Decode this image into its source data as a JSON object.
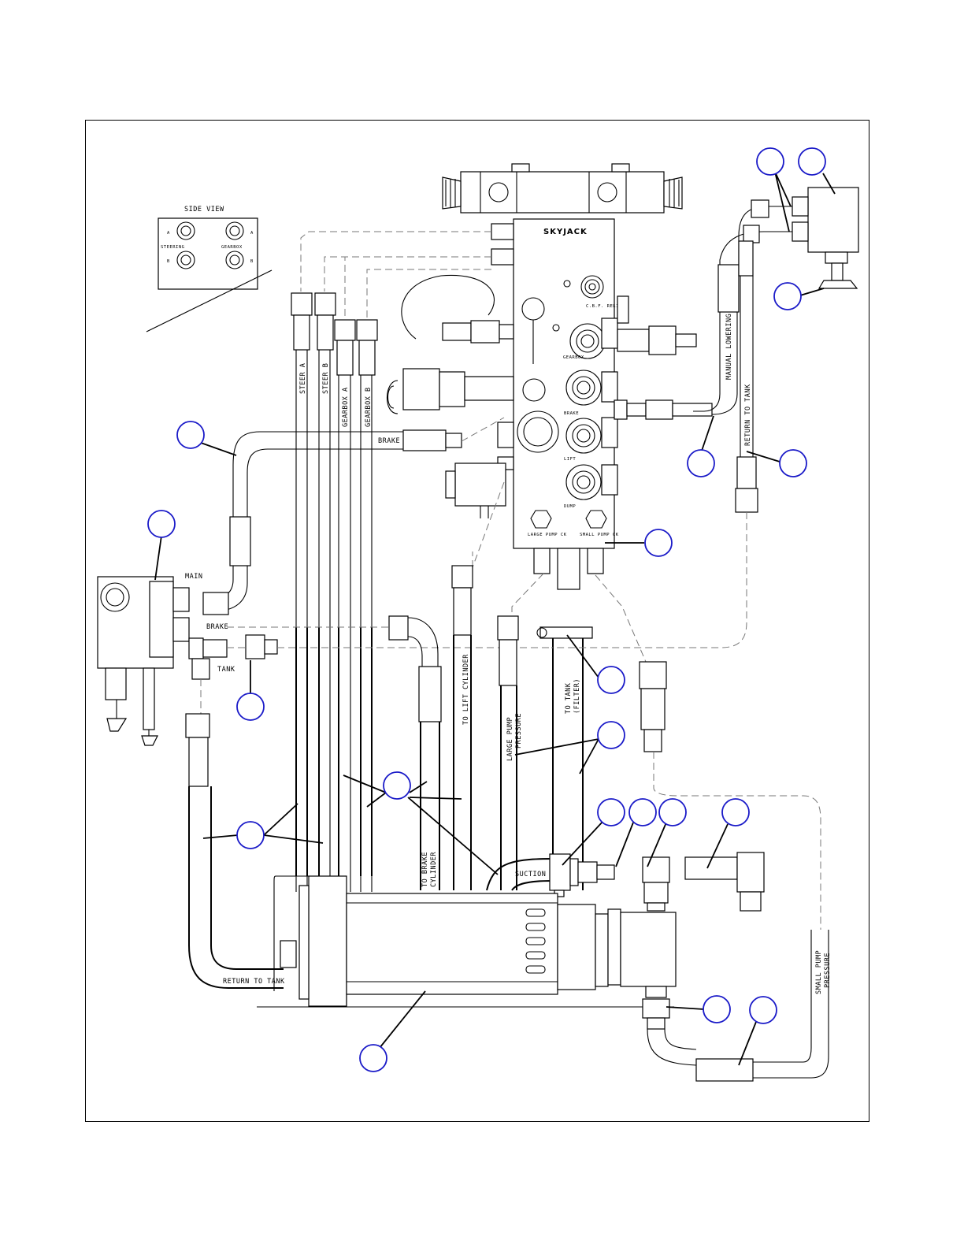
{
  "labels": {
    "side_view": "SIDE VIEW",
    "steering": "STEERING",
    "gearbox": "GEARBOX",
    "port_a": "A",
    "port_b": "B",
    "brand": "SKYJACK",
    "steer_a": "STEER A",
    "steer_b": "STEER B",
    "gearbox_a": "GEARBOX A",
    "gearbox_b": "GEARBOX B",
    "brake_hose": "BRAKE",
    "cb_relief": "C.B.F. RELIEF",
    "gearbox_cart": "GEARBOX",
    "brake_cart": "BRAKE",
    "lift_cart": "LIFT",
    "dump_cart": "DUMP",
    "large_pump_ck": "LARGE PUMP CK",
    "small_pump_ck": "SMALL PUMP CK",
    "manual_lowering": "MANUAL LOWERING",
    "return_to_tank_right": "RETURN TO TANK",
    "main": "MAIN",
    "brake_port": "BRAKE",
    "tank": "TANK",
    "to_lift_cylinder": "TO LIFT CYLINDER",
    "large_pump_pressure_1": "LARGE PUMP",
    "large_pump_pressure_2": "PRESSURE",
    "to_tank_filter_1": "TO TANK",
    "to_tank_filter_2": "(FILTER)",
    "to_brake_cylinder_1": "TO BRAKE",
    "to_brake_cylinder_2": "CYLINDER",
    "suction": "SUCTION",
    "return_to_tank_bottom": "RETURN TO TANK",
    "small_pump_pressure_1": "SMALL PUMP",
    "small_pump_pressure_2": "PRESSURE"
  },
  "colors": {
    "line": "#000000",
    "callout": "#1a1ac8",
    "hidden": "#777777",
    "background": "#ffffff"
  }
}
